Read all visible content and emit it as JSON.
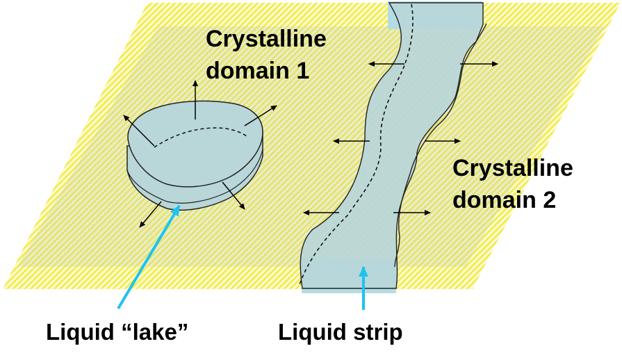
{
  "labels": {
    "domain1_line1": "Crystalline",
    "domain1_line2": "domain 1",
    "domain2_line1": "Crystalline",
    "domain2_line2": "domain 2",
    "lake": "Liquid “lake”",
    "strip": "Liquid strip"
  },
  "colors": {
    "crystal_hatch": "#f2ec3a",
    "crystal_bg": "#fbf9d2",
    "plate_overlay": "#c8d0b4",
    "liquid_fill": "#b9d6d9",
    "liquid_bar": "#b4dde3",
    "pointer_arrow": "#1ec3f0",
    "growth_arrow": "#000000"
  }
}
